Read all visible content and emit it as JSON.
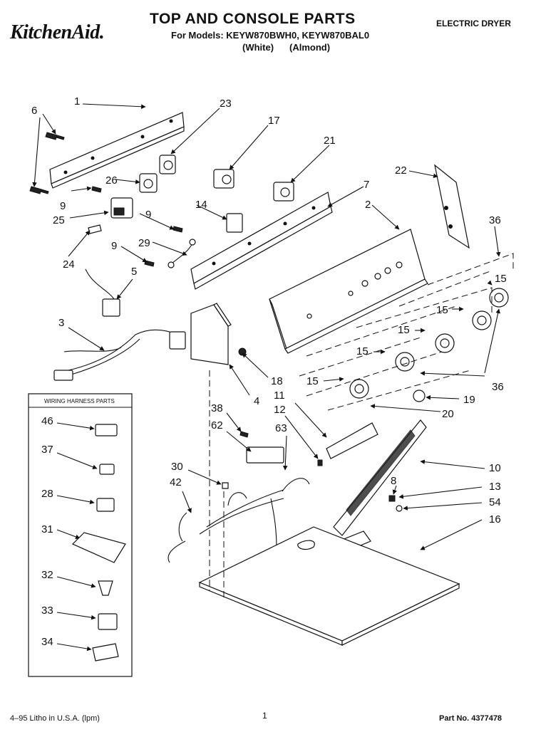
{
  "header": {
    "brand": "KitchenAid.",
    "title": "TOP AND CONSOLE PARTS",
    "models_line": "For Models: KEYW870BWH0, KEYW870BAL0",
    "color_white": "(White)",
    "color_almond": "(Almond)",
    "product_type": "ELECTRIC DRYER"
  },
  "wiring_box": {
    "title": "WIRING HARNESS PARTS",
    "items": [
      "46",
      "37",
      "28",
      "31",
      "32",
      "33",
      "34"
    ]
  },
  "callouts": [
    "1",
    "6",
    "23",
    "17",
    "21",
    "7",
    "22",
    "2",
    "36",
    "26",
    "9",
    "14",
    "25",
    "9",
    "29",
    "9",
    "24",
    "5",
    "3",
    "15",
    "15",
    "15",
    "15",
    "15",
    "18",
    "4",
    "36",
    "11",
    "19",
    "20",
    "38",
    "12",
    "62",
    "63",
    "30",
    "42",
    "10",
    "8",
    "13",
    "54",
    "16"
  ],
  "footer": {
    "left": "4–95 Litho in U.S.A. (lpm)",
    "page": "1",
    "part_no": "Part No. 4377478"
  }
}
